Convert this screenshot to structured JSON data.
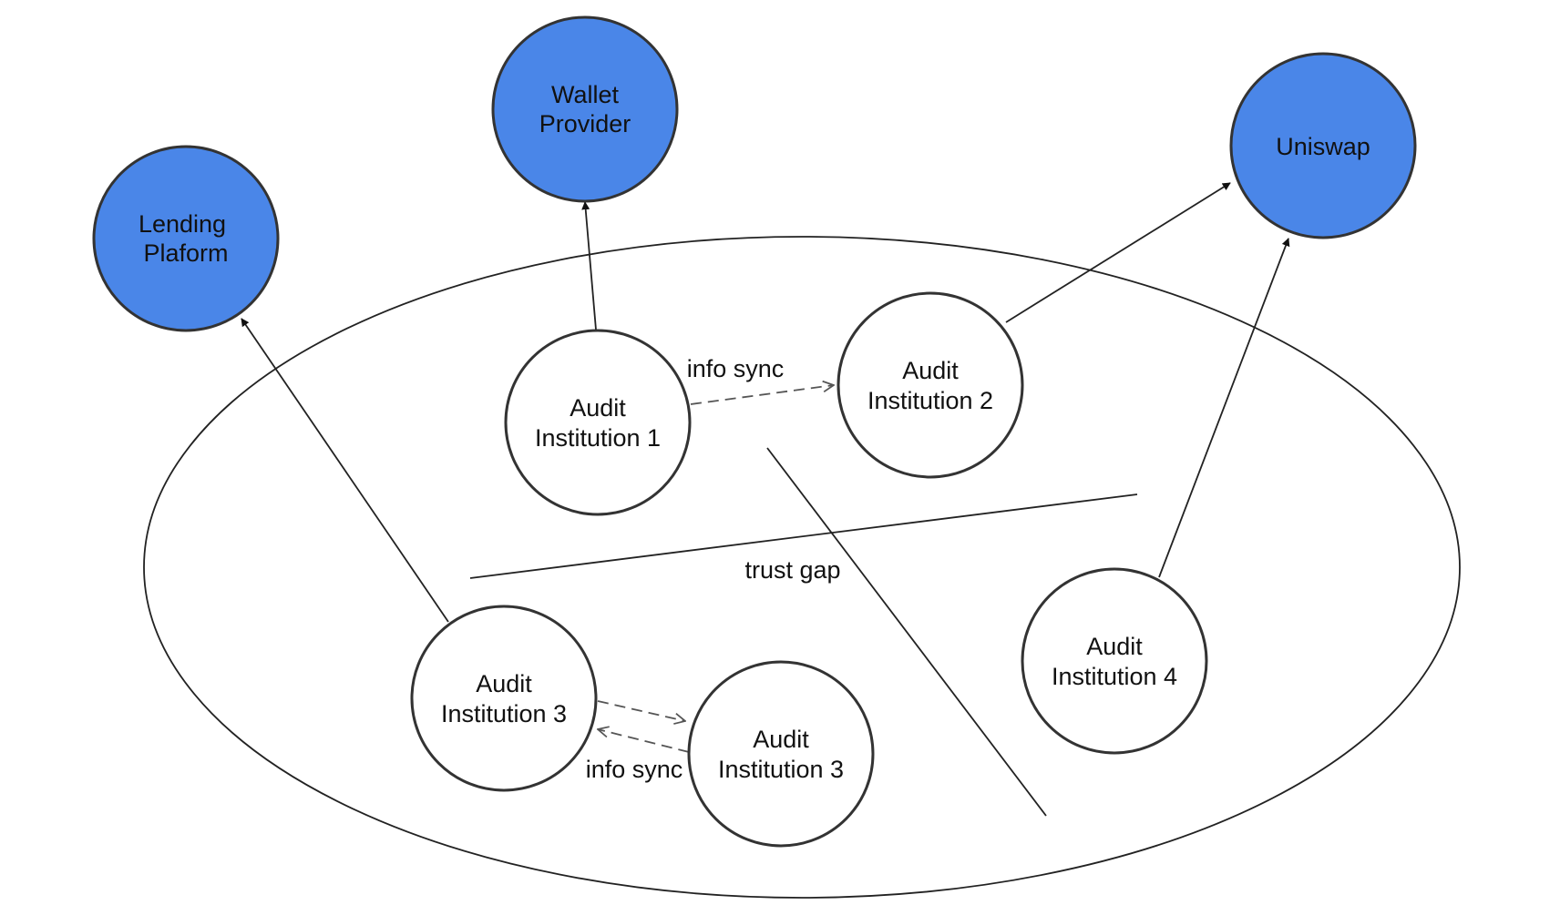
{
  "colors": {
    "platform_fill": "#4a86e8",
    "auditor_fill": "#ffffff",
    "stroke": "#333333",
    "dashed_edge": "#555555"
  },
  "platforms": {
    "lending": [
      "Lending",
      "Plaform"
    ],
    "wallet": [
      "Wallet",
      "Provider"
    ],
    "uniswap": [
      "Uniswap"
    ]
  },
  "auditors": {
    "a1": [
      "Audit",
      "Institution 1"
    ],
    "a2": [
      "Audit",
      "Institution 2"
    ],
    "a3_left": [
      "Audit",
      "Institution 3"
    ],
    "a3_right": [
      "Audit",
      "Institution 3"
    ],
    "a4": [
      "Audit",
      "Institution 4"
    ]
  },
  "edge_labels": {
    "sync_top": "info sync",
    "sync_bottom": "info sync",
    "trust_gap": "trust gap"
  }
}
